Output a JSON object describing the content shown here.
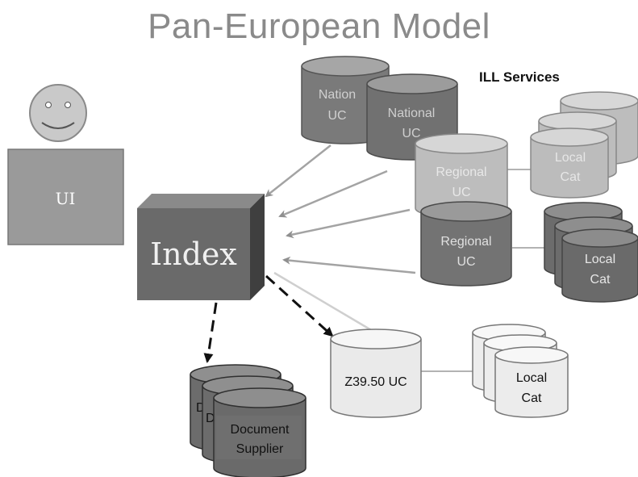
{
  "title": "Pan-European Model",
  "ill_services": "ILL Services",
  "ui_label": "UI",
  "index_label": "Index",
  "db": {
    "national_back_1": "Nation",
    "national_back_2": "UC",
    "national_front_1": "National",
    "national_front_2": "UC",
    "regional_back_1": "Regional",
    "regional_back_2": "UC",
    "regional_front_1": "Regional",
    "regional_front_2": "UC",
    "local_top_1": "Local",
    "local_top_2": "Cat",
    "local_mid_1": "Local",
    "local_mid_2": "Cat",
    "local_bottom_1": "Local",
    "local_bottom_2": "Cat",
    "z3950": "Z39.50 UC",
    "doc_1": "Document",
    "doc_2": "Supplier",
    "doc_back_1": "D",
    "doc_back_2": "D"
  },
  "colors": {
    "dark_gray": "#6f6f6f",
    "mid_gray": "#8c8c8c",
    "light_gray": "#bdbdbd",
    "very_light_gray": "#e6e6e6",
    "face": "#c9c9c9"
  }
}
